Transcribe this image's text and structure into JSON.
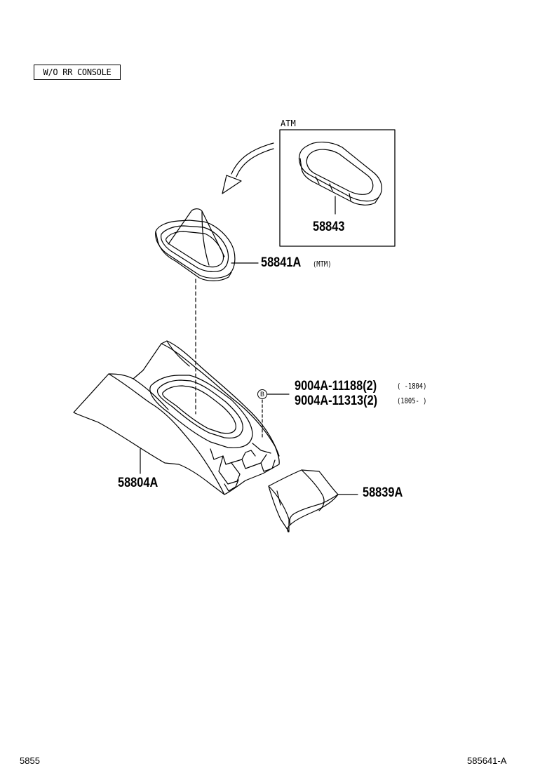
{
  "section_label": "W/O RR CONSOLE",
  "atm_label": "ATM",
  "parts": {
    "p58843": "58843",
    "p58841a": "58841A",
    "p58841a_note": "(MTM)",
    "p9004a_11188": "9004A-11188(2)",
    "p9004a_11188_range": "(      -1804)",
    "p9004a_11313": "9004A-11313(2)",
    "p9004a_11313_range": "(1805-      )",
    "p58804a": "58804A",
    "p58839a": "58839A"
  },
  "fastener_mark": "B",
  "footer": {
    "left_code": "5855",
    "right_code": "585641-A"
  },
  "colors": {
    "line": "#000000",
    "background": "#ffffff"
  }
}
